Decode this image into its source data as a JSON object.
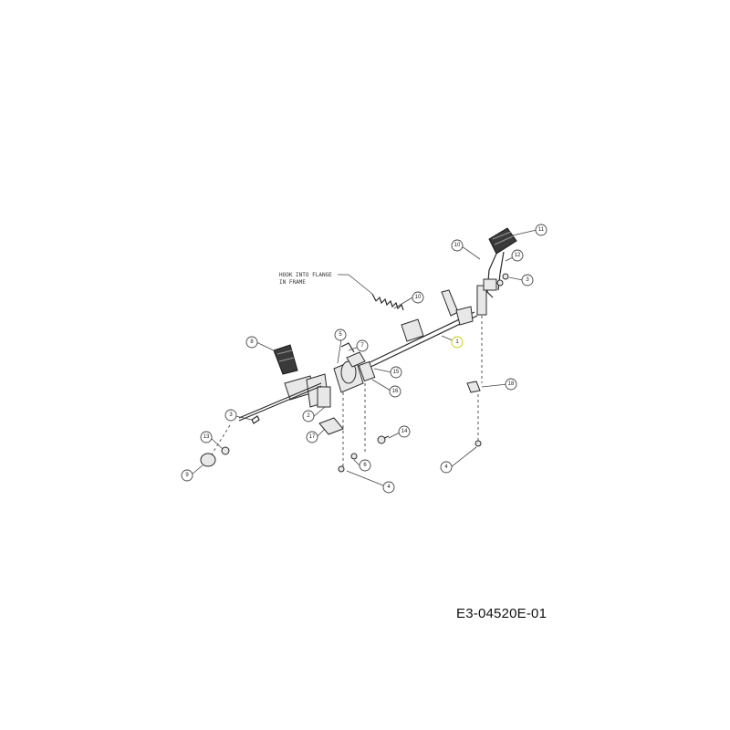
{
  "note": {
    "line1": "HOOK INTO FLANGE",
    "line2": "IN FRAME"
  },
  "callouts": [
    {
      "id": "c11",
      "label": "11"
    },
    {
      "id": "c10a",
      "label": "10"
    },
    {
      "id": "c12",
      "label": "12"
    },
    {
      "id": "c3a",
      "label": "3"
    },
    {
      "id": "c10b",
      "label": "10"
    },
    {
      "id": "c1",
      "label": "1"
    },
    {
      "id": "c7",
      "label": "7"
    },
    {
      "id": "c5",
      "label": "5"
    },
    {
      "id": "c15",
      "label": "15"
    },
    {
      "id": "c16",
      "label": "16"
    },
    {
      "id": "c18",
      "label": "18"
    },
    {
      "id": "c8",
      "label": "8"
    },
    {
      "id": "c3b",
      "label": "3"
    },
    {
      "id": "c2",
      "label": "2"
    },
    {
      "id": "c17",
      "label": "17"
    },
    {
      "id": "c14",
      "label": "14"
    },
    {
      "id": "c13",
      "label": "13"
    },
    {
      "id": "c6",
      "label": "6"
    },
    {
      "id": "c4a",
      "label": "4"
    },
    {
      "id": "c4b",
      "label": "4"
    },
    {
      "id": "c9",
      "label": "9"
    }
  ],
  "document_code": "E3-04520E-01"
}
